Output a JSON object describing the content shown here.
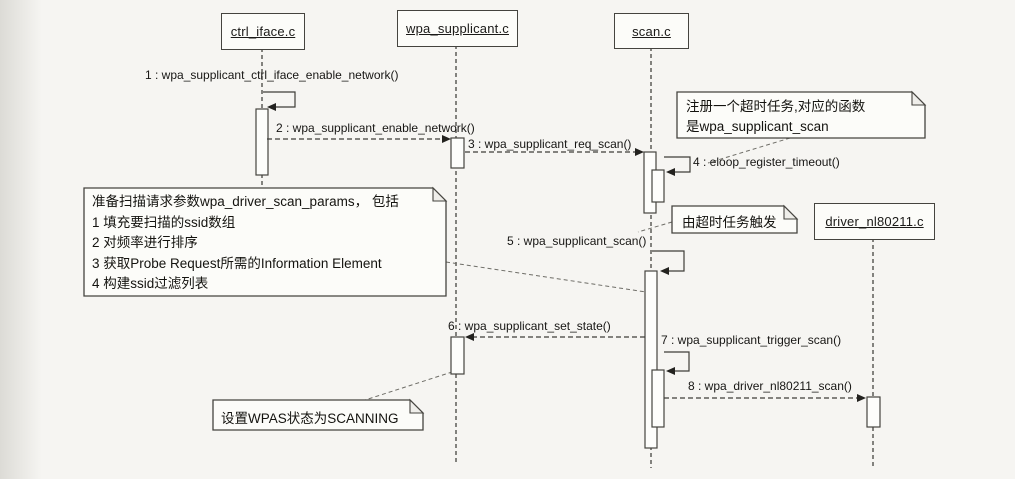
{
  "diagram": {
    "type": "uml-sequence-diagram",
    "lifelines": [
      {
        "label": "ctrl_iface.c"
      },
      {
        "label": "wpa_supplicant.c"
      },
      {
        "label": "scan.c"
      },
      {
        "label": "driver_nl80211.c"
      }
    ],
    "messages": [
      {
        "label": "1 : wpa_supplicant_ctrl_iface_enable_network()"
      },
      {
        "label": "2 : wpa_supplicant_enable_network()"
      },
      {
        "label": "3 : wpa_supplicant_req_scan()"
      },
      {
        "label": "4 : eloop_register_timeout()"
      },
      {
        "label": "5 : wpa_supplicant_scan()"
      },
      {
        "label": "6 : wpa_supplicant_set_state()"
      },
      {
        "label": "7 : wpa_supplicant_trigger_scan()"
      },
      {
        "label": "8 : wpa_driver_nl80211_scan()"
      }
    ],
    "notes": [
      {
        "lines": [
          "注册一个超时任务,对应的函数",
          "是wpa_supplicant_scan"
        ]
      },
      {
        "lines": [
          "由超时任务触发"
        ]
      },
      {
        "lines": [
          "准备扫描请求参数wpa_driver_scan_params， 包括",
          "1 填充要扫描的ssid数组",
          "2 对频率进行排序",
          "3 获取Probe Request所需的Information Element",
          "4 构建ssid过滤列表"
        ]
      },
      {
        "lines": [
          "设置WPAS状态为SCANNING"
        ]
      }
    ],
    "colors": {
      "background": "#f6f5f2",
      "line": "#3f3e39",
      "arrow_fill": "#23221f",
      "box_fill": "#fcfcf9",
      "note_fold_fill": "#efeeea",
      "text": "#1b1a18"
    }
  }
}
